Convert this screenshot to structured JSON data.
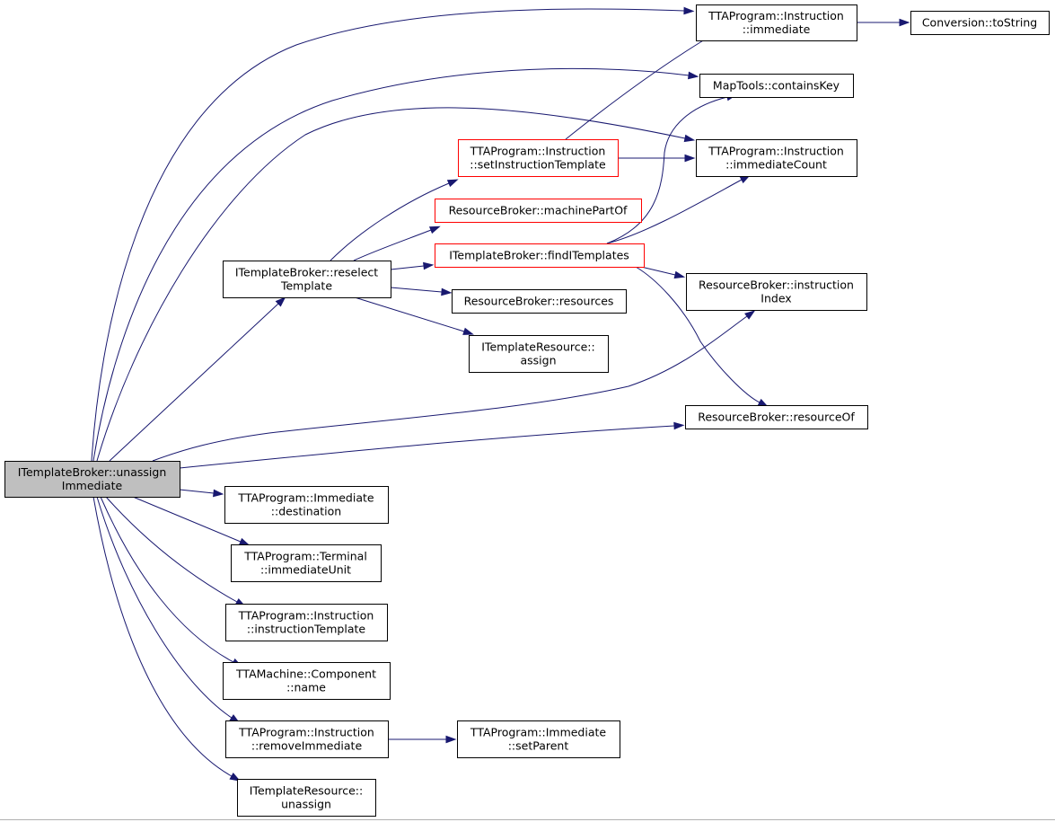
{
  "colors": {
    "edge": "#191970",
    "root_fill": "#bfbfbf",
    "box_border": "#000000",
    "truncated_border": "#ff0000",
    "background": "#ffffff"
  },
  "nodes": {
    "unassign_immediate": {
      "lines": [
        "ITemplateBroker::unassign",
        "Immediate"
      ],
      "style": "root"
    },
    "reselect_template": {
      "lines": [
        "ITemplateBroker::reselect",
        "Template"
      ],
      "style": "normal"
    },
    "set_instruction_template": {
      "lines": [
        "TTAProgram::Instruction",
        "::setInstructionTemplate"
      ],
      "style": "truncated"
    },
    "machine_part_of": {
      "lines": [
        "ResourceBroker::machinePartOf"
      ],
      "style": "truncated"
    },
    "find_itemplates": {
      "lines": [
        "ITemplateBroker::findITemplates"
      ],
      "style": "truncated"
    },
    "resources": {
      "lines": [
        "ResourceBroker::resources"
      ],
      "style": "normal"
    },
    "itemplate_resource_assign": {
      "lines": [
        "ITemplateResource::",
        "assign"
      ],
      "style": "normal"
    },
    "instruction_immediate": {
      "lines": [
        "TTAProgram::Instruction",
        "::immediate"
      ],
      "style": "normal"
    },
    "conversion_to_string": {
      "lines": [
        "Conversion::toString"
      ],
      "style": "normal"
    },
    "maptools_contains_key": {
      "lines": [
        "MapTools::containsKey"
      ],
      "style": "normal"
    },
    "immediate_count": {
      "lines": [
        "TTAProgram::Instruction",
        "::immediateCount"
      ],
      "style": "normal"
    },
    "instruction_index": {
      "lines": [
        "ResourceBroker::instruction",
        "Index"
      ],
      "style": "normal"
    },
    "resource_of": {
      "lines": [
        "ResourceBroker::resourceOf"
      ],
      "style": "normal"
    },
    "immediate_destination": {
      "lines": [
        "TTAProgram::Immediate",
        "::destination"
      ],
      "style": "normal"
    },
    "terminal_immediate_unit": {
      "lines": [
        "TTAProgram::Terminal",
        "::immediateUnit"
      ],
      "style": "normal"
    },
    "instruction_instruction_template": {
      "lines": [
        "TTAProgram::Instruction",
        "::instructionTemplate"
      ],
      "style": "normal"
    },
    "component_name": {
      "lines": [
        "TTAMachine::Component",
        "::name"
      ],
      "style": "normal"
    },
    "remove_immediate": {
      "lines": [
        "TTAProgram::Instruction",
        "::removeImmediate"
      ],
      "style": "normal"
    },
    "immediate_set_parent": {
      "lines": [
        "TTAProgram::Immediate",
        "::setParent"
      ],
      "style": "normal"
    },
    "itemplate_resource_unassign": {
      "lines": [
        "ITemplateResource::",
        "unassign"
      ],
      "style": "normal"
    }
  },
  "edges": [
    {
      "from": "unassign_immediate",
      "to": "instruction_immediate"
    },
    {
      "from": "unassign_immediate",
      "to": "maptools_contains_key"
    },
    {
      "from": "unassign_immediate",
      "to": "immediate_count"
    },
    {
      "from": "unassign_immediate",
      "to": "reselect_template"
    },
    {
      "from": "unassign_immediate",
      "to": "instruction_index"
    },
    {
      "from": "unassign_immediate",
      "to": "resource_of"
    },
    {
      "from": "unassign_immediate",
      "to": "immediate_destination"
    },
    {
      "from": "unassign_immediate",
      "to": "terminal_immediate_unit"
    },
    {
      "from": "unassign_immediate",
      "to": "instruction_instruction_template"
    },
    {
      "from": "unassign_immediate",
      "to": "component_name"
    },
    {
      "from": "unassign_immediate",
      "to": "remove_immediate"
    },
    {
      "from": "unassign_immediate",
      "to": "itemplate_resource_unassign"
    },
    {
      "from": "reselect_template",
      "to": "set_instruction_template"
    },
    {
      "from": "reselect_template",
      "to": "machine_part_of"
    },
    {
      "from": "reselect_template",
      "to": "find_itemplates"
    },
    {
      "from": "reselect_template",
      "to": "resources"
    },
    {
      "from": "reselect_template",
      "to": "itemplate_resource_assign"
    },
    {
      "from": "set_instruction_template",
      "to": "instruction_immediate"
    },
    {
      "from": "set_instruction_template",
      "to": "immediate_count"
    },
    {
      "from": "find_itemplates",
      "to": "maptools_contains_key"
    },
    {
      "from": "find_itemplates",
      "to": "immediate_count"
    },
    {
      "from": "find_itemplates",
      "to": "instruction_index"
    },
    {
      "from": "find_itemplates",
      "to": "resource_of"
    },
    {
      "from": "instruction_immediate",
      "to": "conversion_to_string"
    },
    {
      "from": "remove_immediate",
      "to": "immediate_set_parent"
    }
  ]
}
